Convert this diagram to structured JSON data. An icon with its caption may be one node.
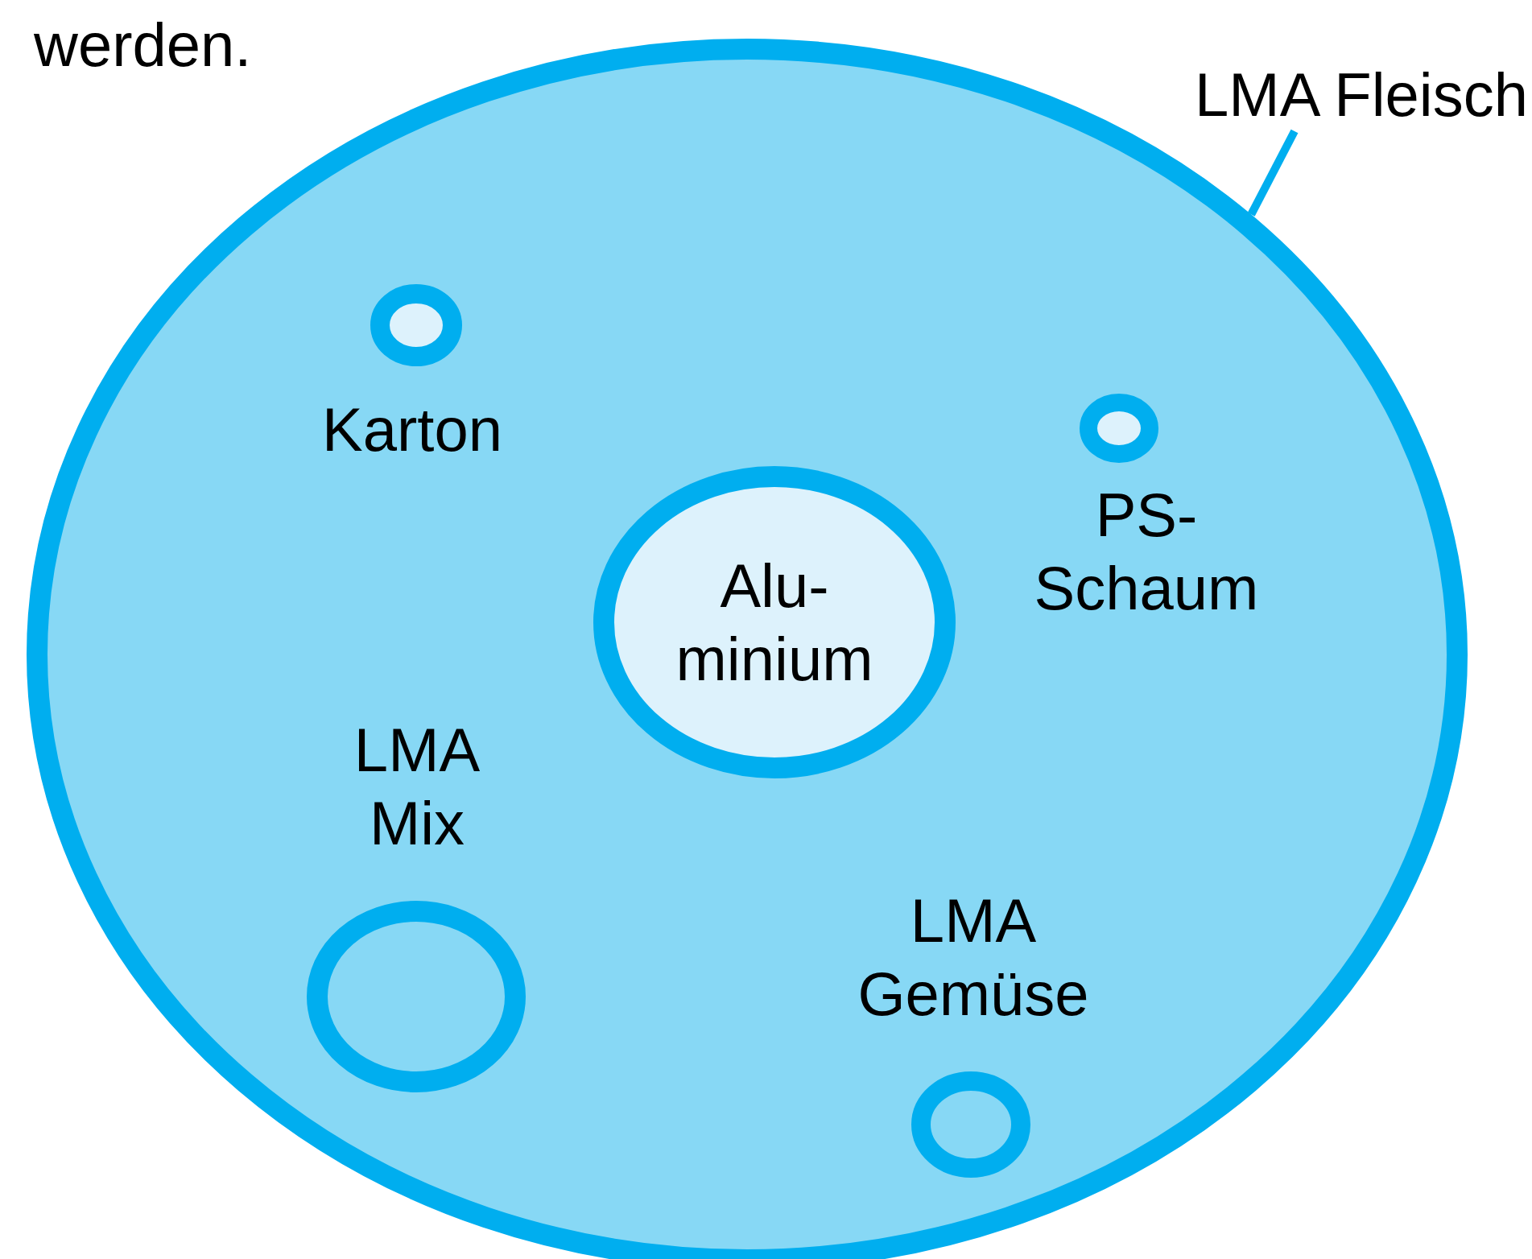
{
  "diagram": {
    "nodes": [
      {
        "text": [],
        "shape": "circle"
      },
      {
        "text": [
          "LMA Fleisch"
        ]
      },
      {
        "text": [
          "Karton"
        ],
        "in": 0
      },
      {
        "text": [
          "PS- Schaum"
        ],
        "in": 0
      },
      {
        "text": [
          "Alu- minium"
        ],
        "in": 0
      },
      {
        "text": [
          "LMA Mix"
        ],
        "in": 0
      },
      {
        "text": [
          "LMA Gemüse"
        ],
        "in": 0
      }
    ],
    "edges": [
      {
        "from": 1,
        "to": 0,
        "arrow": "none"
      }
    ],
    "labels": [
      "werden."
    ]
  }
}
